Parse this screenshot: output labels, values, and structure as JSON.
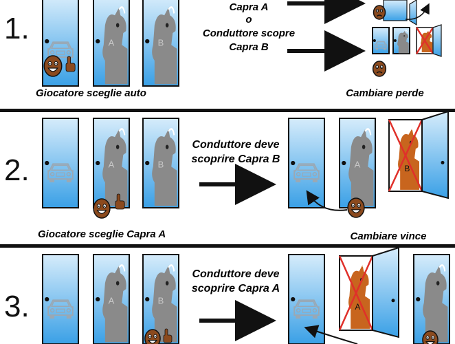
{
  "colors": {
    "door_top": "#d6ecfb",
    "door_bottom": "#3aa0e6",
    "door_border": "#111111",
    "goat_grey": "#8a8a8a",
    "goat_brown": "#c8651e",
    "face": "#8b4a1e",
    "cross": "#e0302a"
  },
  "rows": [
    {
      "number": "1.",
      "caption": "Giocatore sceglie auto",
      "host_line1": "Capra A",
      "host_line2": "o",
      "host_line3": "Conduttore scopre",
      "host_line4": "Capra B",
      "result": "Cambiare perde"
    },
    {
      "number": "2.",
      "caption": "Giocatore sceglie Capra A",
      "host_line1": "Conduttore deve",
      "host_line2": "scoprire Capra B",
      "result": "Cambiare vince",
      "door_labels": [
        "A",
        "B"
      ]
    },
    {
      "number": "3.",
      "host_line1": "Conduttore deve",
      "host_line2": "scoprire Capra A",
      "door_labels": [
        "A",
        "B"
      ]
    }
  ]
}
